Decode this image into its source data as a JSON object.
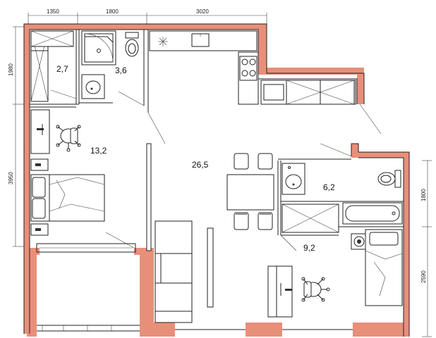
{
  "dimensions": {
    "top": [
      "1350",
      "1800",
      "3020"
    ],
    "left": [
      "1980",
      "3950"
    ],
    "right": [
      "1800",
      "2590"
    ]
  },
  "rooms": {
    "wardrobe": "2,7",
    "bathroom_top": "3,6",
    "bedroom": "13,2",
    "living": "26,5",
    "bathroom_right": "6,2",
    "room_small": "9,2"
  },
  "colors": {
    "wall": "#e88f7a",
    "line": "#222222"
  }
}
